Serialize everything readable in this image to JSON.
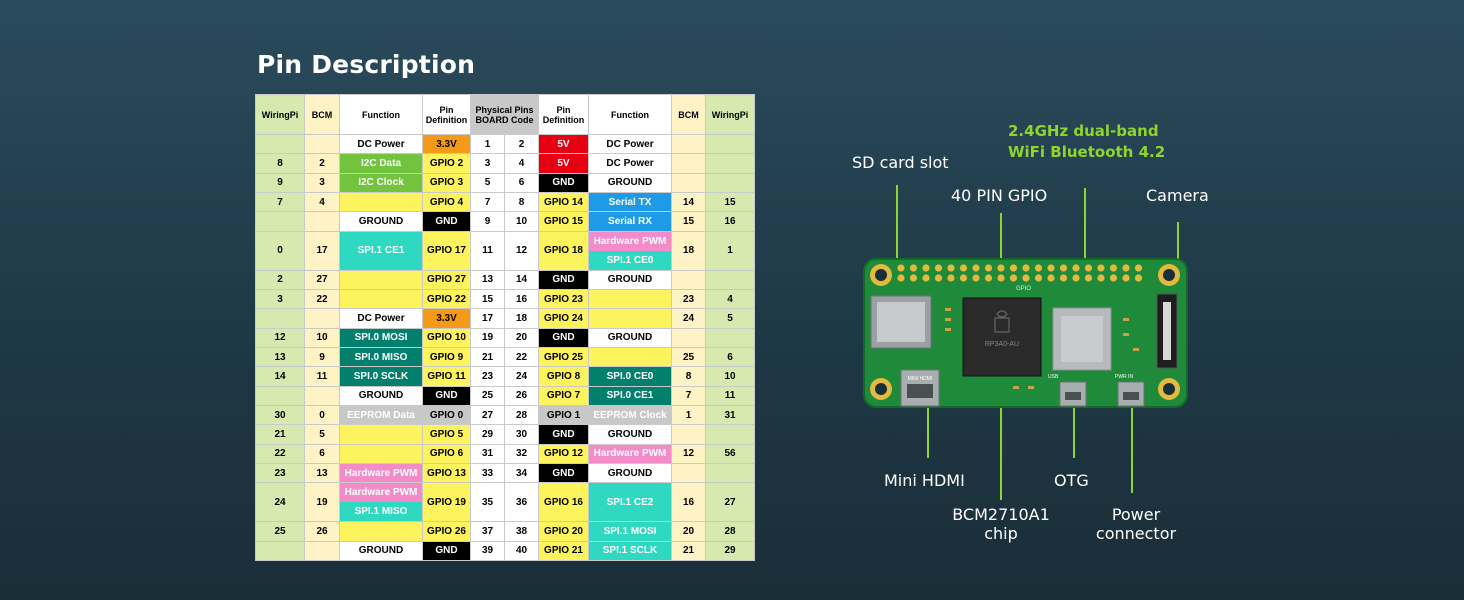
{
  "title": "Pin Description",
  "table": {
    "headers": [
      "WiringPi",
      "BCM",
      "Function",
      "Pin Definition",
      "Physical Pins BOARD Code",
      "Pin Definition",
      "Function",
      "BCM",
      "WiringPi"
    ],
    "rows": [
      {
        "wl": "",
        "bl": "",
        "fl": [
          {
            "t": "DC Power",
            "c": "white"
          }
        ],
        "dl": {
          "t": "3.3V",
          "c": "orange"
        },
        "pl": "1",
        "pr": "2",
        "dr": {
          "t": "5V",
          "c": "red"
        },
        "fr": [
          {
            "t": "DC Power",
            "c": "white"
          }
        ],
        "br": "",
        "wr": ""
      },
      {
        "wl": "8",
        "bl": "2",
        "fl": [
          {
            "t": "I2C Data",
            "c": "green"
          }
        ],
        "dl": {
          "t": "GPIO 2",
          "c": "yellow"
        },
        "pl": "3",
        "pr": "4",
        "dr": {
          "t": "5V",
          "c": "red"
        },
        "fr": [
          {
            "t": "DC Power",
            "c": "white"
          }
        ],
        "br": "",
        "wr": ""
      },
      {
        "wl": "9",
        "bl": "3",
        "fl": [
          {
            "t": "I2C Clock",
            "c": "green"
          }
        ],
        "dl": {
          "t": "GPIO 3",
          "c": "yellow"
        },
        "pl": "5",
        "pr": "6",
        "dr": {
          "t": "GND",
          "c": "black"
        },
        "fr": [
          {
            "t": "GROUND",
            "c": "white"
          }
        ],
        "br": "",
        "wr": ""
      },
      {
        "wl": "7",
        "bl": "4",
        "fl": [
          {
            "t": "",
            "c": "yellow"
          }
        ],
        "dl": {
          "t": "GPIO 4",
          "c": "yellow"
        },
        "pl": "7",
        "pr": "8",
        "dr": {
          "t": "GPIO 14",
          "c": "yellow"
        },
        "fr": [
          {
            "t": "Serial TX",
            "c": "blue"
          }
        ],
        "br": "14",
        "wr": "15"
      },
      {
        "wl": "",
        "bl": "",
        "fl": [
          {
            "t": "GROUND",
            "c": "white"
          }
        ],
        "dl": {
          "t": "GND",
          "c": "black"
        },
        "pl": "9",
        "pr": "10",
        "dr": {
          "t": "GPIO 15",
          "c": "yellow"
        },
        "fr": [
          {
            "t": "Serial RX",
            "c": "blue"
          }
        ],
        "br": "15",
        "wr": "16"
      },
      {
        "wl": "0",
        "bl": "17",
        "fl": [
          {
            "t": "SPI.1 CE1",
            "c": "cyan"
          }
        ],
        "dl": {
          "t": "GPIO 17",
          "c": "yellow"
        },
        "pl": "11",
        "pr": "12",
        "dr": {
          "t": "GPIO 18",
          "c": "yellow"
        },
        "fr": [
          {
            "t": "Hardware PWM",
            "c": "pink"
          },
          {
            "t": "SPI.1 CE0",
            "c": "cyan"
          }
        ],
        "br": "18",
        "wr": "1",
        "tall": true
      },
      {
        "wl": "2",
        "bl": "27",
        "fl": [
          {
            "t": "",
            "c": "yellow"
          }
        ],
        "dl": {
          "t": "GPIO 27",
          "c": "yellow"
        },
        "pl": "13",
        "pr": "14",
        "dr": {
          "t": "GND",
          "c": "black"
        },
        "fr": [
          {
            "t": "GROUND",
            "c": "white"
          }
        ],
        "br": "",
        "wr": ""
      },
      {
        "wl": "3",
        "bl": "22",
        "fl": [
          {
            "t": "",
            "c": "yellow"
          }
        ],
        "dl": {
          "t": "GPIO 22",
          "c": "yellow"
        },
        "pl": "15",
        "pr": "16",
        "dr": {
          "t": "GPIO 23",
          "c": "yellow"
        },
        "fr": [
          {
            "t": "",
            "c": "yellow"
          }
        ],
        "br": "23",
        "wr": "4"
      },
      {
        "wl": "",
        "bl": "",
        "fl": [
          {
            "t": "DC Power",
            "c": "white"
          }
        ],
        "dl": {
          "t": "3.3V",
          "c": "orange"
        },
        "pl": "17",
        "pr": "18",
        "dr": {
          "t": "GPIO 24",
          "c": "yellow"
        },
        "fr": [
          {
            "t": "",
            "c": "yellow"
          }
        ],
        "br": "24",
        "wr": "5"
      },
      {
        "wl": "12",
        "bl": "10",
        "fl": [
          {
            "t": "SPI.0 MOSI",
            "c": "teal"
          }
        ],
        "dl": {
          "t": "GPIO 10",
          "c": "yellow"
        },
        "pl": "19",
        "pr": "20",
        "dr": {
          "t": "GND",
          "c": "black"
        },
        "fr": [
          {
            "t": "GROUND",
            "c": "white"
          }
        ],
        "br": "",
        "wr": ""
      },
      {
        "wl": "13",
        "bl": "9",
        "fl": [
          {
            "t": "SPI.0 MISO",
            "c": "teal"
          }
        ],
        "dl": {
          "t": "GPIO 9",
          "c": "yellow"
        },
        "pl": "21",
        "pr": "22",
        "dr": {
          "t": "GPIO 25",
          "c": "yellow"
        },
        "fr": [
          {
            "t": "",
            "c": "yellow"
          }
        ],
        "br": "25",
        "wr": "6"
      },
      {
        "wl": "14",
        "bl": "11",
        "fl": [
          {
            "t": "SPI.0 SCLK",
            "c": "teal"
          }
        ],
        "dl": {
          "t": "GPIO 11",
          "c": "yellow"
        },
        "pl": "23",
        "pr": "24",
        "dr": {
          "t": "GPIO 8",
          "c": "yellow"
        },
        "fr": [
          {
            "t": "SPI.0 CE0",
            "c": "teal"
          }
        ],
        "br": "8",
        "wr": "10"
      },
      {
        "wl": "",
        "bl": "",
        "fl": [
          {
            "t": "GROUND",
            "c": "white"
          }
        ],
        "dl": {
          "t": "GND",
          "c": "black"
        },
        "pl": "25",
        "pr": "26",
        "dr": {
          "t": "GPIO 7",
          "c": "yellow"
        },
        "fr": [
          {
            "t": "SPI.0 CE1",
            "c": "teal"
          }
        ],
        "br": "7",
        "wr": "11"
      },
      {
        "wl": "30",
        "bl": "0",
        "fl": [
          {
            "t": "EEPROM Data",
            "c": "gray-text"
          }
        ],
        "dl": {
          "t": "GPIO 0",
          "c": "gray"
        },
        "pl": "27",
        "pr": "28",
        "dr": {
          "t": "GPIO 1",
          "c": "gray"
        },
        "fr": [
          {
            "t": "EEPROM Clock",
            "c": "gray-text"
          }
        ],
        "br": "1",
        "wr": "31"
      },
      {
        "wl": "21",
        "bl": "5",
        "fl": [
          {
            "t": "",
            "c": "yellow"
          }
        ],
        "dl": {
          "t": "GPIO 5",
          "c": "yellow"
        },
        "pl": "29",
        "pr": "30",
        "dr": {
          "t": "GND",
          "c": "black"
        },
        "fr": [
          {
            "t": "GROUND",
            "c": "white"
          }
        ],
        "br": "",
        "wr": ""
      },
      {
        "wl": "22",
        "bl": "6",
        "fl": [
          {
            "t": "",
            "c": "yellow"
          }
        ],
        "dl": {
          "t": "GPIO 6",
          "c": "yellow"
        },
        "pl": "31",
        "pr": "32",
        "dr": {
          "t": "GPIO 12",
          "c": "yellow"
        },
        "fr": [
          {
            "t": "Hardware PWM",
            "c": "pink"
          }
        ],
        "br": "12",
        "wr": "56"
      },
      {
        "wl": "23",
        "bl": "13",
        "fl": [
          {
            "t": "Hardware PWM",
            "c": "pink"
          }
        ],
        "dl": {
          "t": "GPIO 13",
          "c": "yellow"
        },
        "pl": "33",
        "pr": "34",
        "dr": {
          "t": "GND",
          "c": "black"
        },
        "fr": [
          {
            "t": "GROUND",
            "c": "white"
          }
        ],
        "br": "",
        "wr": ""
      },
      {
        "wl": "24",
        "bl": "19",
        "fl": [
          {
            "t": "Hardware PWM",
            "c": "pink"
          },
          {
            "t": "SPI.1 MISO",
            "c": "cyan"
          }
        ],
        "dl": {
          "t": "GPIO 19",
          "c": "yellow"
        },
        "pl": "35",
        "pr": "36",
        "dr": {
          "t": "GPIO 16",
          "c": "yellow"
        },
        "fr": [
          {
            "t": "SPI.1 CE2",
            "c": "cyan"
          }
        ],
        "br": "16",
        "wr": "27",
        "tall": true
      },
      {
        "wl": "25",
        "bl": "26",
        "fl": [
          {
            "t": "",
            "c": "yellow"
          }
        ],
        "dl": {
          "t": "GPIO 26",
          "c": "yellow"
        },
        "pl": "37",
        "pr": "38",
        "dr": {
          "t": "GPIO 20",
          "c": "yellow"
        },
        "fr": [
          {
            "t": "SPI.1 MOSI",
            "c": "cyan"
          }
        ],
        "br": "20",
        "wr": "28"
      },
      {
        "wl": "",
        "bl": "",
        "fl": [
          {
            "t": "GROUND",
            "c": "white"
          }
        ],
        "dl": {
          "t": "GND",
          "c": "black"
        },
        "pl": "39",
        "pr": "40",
        "dr": {
          "t": "GPIO 21",
          "c": "yellow"
        },
        "fr": [
          {
            "t": "SPI.1 SCLK",
            "c": "cyan"
          }
        ],
        "br": "21",
        "wr": "29"
      }
    ]
  },
  "callouts": {
    "wifi_line1": "2.4GHz dual-band",
    "wifi_line2": "WiFi Bluetooth 4.2",
    "sd": "SD card slot",
    "gpio": "40 PIN GPIO",
    "camera": "Camera",
    "hdmi": "Mini HDMI",
    "otg": "OTG",
    "chip_line1": "BCM2710A1",
    "chip_line2": "chip",
    "power_line1": "Power",
    "power_line2": "connector"
  },
  "board": {
    "chip_logo_text": "RP3A0-AU",
    "hdmi_label": "MINI HDMI",
    "usb_label": "USB",
    "pwr_label": "PWR IN",
    "gpio_label": "GPIO",
    "colors": {
      "board": "#1f8a3a",
      "pads": "#e3b93f",
      "accent": "#8ed62c"
    }
  }
}
